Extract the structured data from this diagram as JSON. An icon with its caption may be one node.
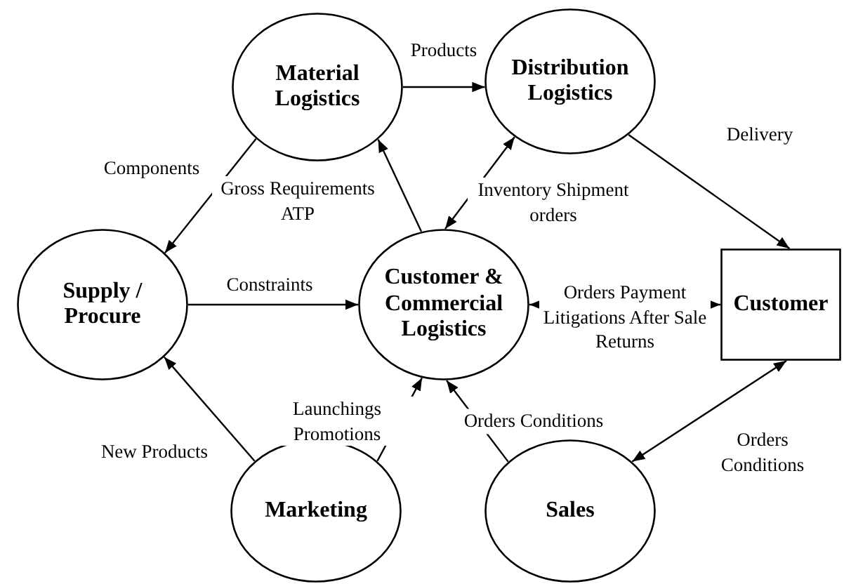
{
  "diagram": {
    "nodes": [
      {
        "text": [
          "Material Logistics"
        ]
      },
      {
        "text": [
          "Distribution Logistics"
        ]
      },
      {
        "text": [
          "Supply / Procure"
        ]
      },
      {
        "text": [
          "Customer & Commercial Logistics"
        ]
      },
      {
        "text": [
          "Customer"
        ]
      },
      {
        "text": [
          "Marketing"
        ]
      },
      {
        "text": [
          "Sales"
        ]
      }
    ],
    "edges": [
      {
        "from": 0,
        "to": 2,
        "arrow": "to",
        "label": "Components"
      },
      {
        "from": 0,
        "to": 1,
        "arrow": "to",
        "label": "Products"
      },
      {
        "from": 3,
        "to": 0,
        "arrow": "to",
        "label": "Gross Requirements ATP"
      },
      {
        "from": 3,
        "to": 1,
        "arrow": "both",
        "label": "Inventory Shipment orders"
      },
      {
        "from": 1,
        "to": 4,
        "arrow": "to",
        "label": "Delivery"
      },
      {
        "from": 2,
        "to": 3,
        "arrow": "to",
        "label": "Constraints"
      },
      {
        "from": 3,
        "to": 4,
        "arrow": "both",
        "label": "Orders Payment Litigations After Sale Returns"
      },
      {
        "from": 5,
        "to": 2,
        "arrow": "to",
        "label": "New Products"
      },
      {
        "from": 5,
        "to": 3,
        "arrow": "to",
        "label": "Launchings Promotions"
      },
      {
        "from": 6,
        "to": 3,
        "arrow": "to",
        "label": "Orders Conditions"
      },
      {
        "from": 6,
        "to": 4,
        "arrow": "both",
        "label": "Orders Conditions"
      }
    ]
  }
}
